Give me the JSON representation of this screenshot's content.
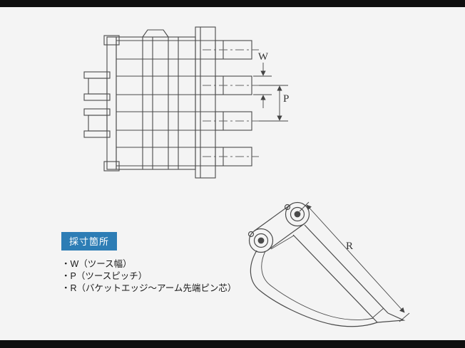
{
  "page": {
    "background": "#f4f4f4",
    "letterbox_color": "#0f0f0f"
  },
  "diagram": {
    "w_label": "W",
    "p_label": "P",
    "r_label": "R"
  },
  "legend": {
    "badge": "採寸箇所",
    "badge_bg": "#2d7db5",
    "items": [
      "・W（ツース幅）",
      "・P（ツースピッチ）",
      "・R（バケットエッジ～アーム先端ピン芯）"
    ]
  }
}
